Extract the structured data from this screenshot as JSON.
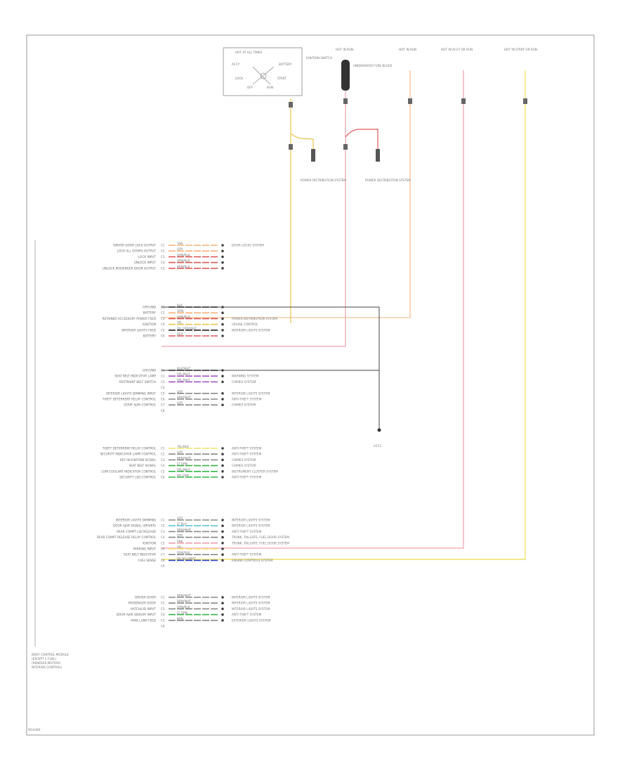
{
  "diagram": {
    "footer_code": "W14390",
    "module_caption": "BODY CONTROL MODULE (EXCEPT C FUEL) (RENESAS MOTORS INTERIOR CONTROL)",
    "wire_colors": {
      "yellow": "#e8c74a",
      "pink": "#f1a0ad",
      "red": "#e05a5a",
      "orange": "#f4b37a",
      "black": "#222222",
      "gray": "#8a8a8a",
      "purple": "#a259c4",
      "green": "#38b34a",
      "blue": "#2a3fc8",
      "cyan": "#5fc7d8",
      "light_yellow": "#f0e46a"
    },
    "top_labels": {
      "ignition_switch": "HOT AT ALL TIMES",
      "ign_detail": "IGNITION SWITCH",
      "fuse_block": "HOT IN RUN",
      "fuse_desc": "UNDERHOOD FUSE BLOCK",
      "hot_in_run": "HOT IN RUN",
      "hot_acc": "HOT IN ACCY OR RUN",
      "hot_start": "HOT IN START OR RUN",
      "power_dist_1": "POWER DISTRIBUTION SYSTEM",
      "power_dist_2": "POWER DISTRIBUTION SYSTEM",
      "ground_label": "G111"
    },
    "connector_groups": [
      {
        "rows": [
          {
            "label": "DRIVER DOOR LOCK OUTPUT",
            "pin": "C1",
            "wire": "TAN",
            "color": "#f4b37a",
            "dest": "DOOR LOCKS SYSTEM"
          },
          {
            "label": "LOCK ALL DOORS OUTPUT",
            "pin": "C2",
            "wire": "GRY",
            "color": "#f4b37a",
            "dest": ""
          },
          {
            "label": "LOCK INPUT",
            "pin": "C3",
            "wire": "ORN/BLK",
            "color": "#e05a5a",
            "dest": ""
          },
          {
            "label": "UNLOCK INPUT",
            "pin": "C4",
            "wire": "ORN/BLK",
            "color": "#e05a5a",
            "dest": ""
          },
          {
            "label": "UNLOCK PASSENGER DOOR OUTPUT",
            "pin": "C5",
            "wire": "BRN/BLK",
            "color": "#e05a5a",
            "dest": ""
          }
        ]
      },
      {
        "rows": [
          {
            "label": "GROUND",
            "pin": "C1",
            "wire": "BLK",
            "color": "#222222",
            "dest": ""
          },
          {
            "label": "BATTERY",
            "pin": "C2",
            "wire": "ORN",
            "color": "#f4b37a",
            "dest": ""
          },
          {
            "label": "RETAINED ACCESSORY POWER FEED",
            "pin": "C3",
            "wire": "ORN/BLK",
            "color": "#e05a5a",
            "dest": "POWER DISTRIBUTION SYSTEM"
          },
          {
            "label": "IGNITION",
            "pin": "C4",
            "wire": "YEL",
            "color": "#e8c74a",
            "dest": "CRUISE CONTROL"
          },
          {
            "label": "INTERIOR LIGHTS FEED",
            "pin": "C5",
            "wire": "DK GRN/WHT",
            "color": "#222222",
            "dest": "INTERIOR LIGHTS SYSTEM"
          },
          {
            "label": "BATTERY",
            "pin": "C6",
            "wire": "RED",
            "color": "#e05a5a",
            "dest": ""
          }
        ]
      },
      {
        "rows": [
          {
            "label": "GROUND",
            "pin": "C1",
            "wire": "BLK/WHT",
            "color": "#222222",
            "dest": ""
          },
          {
            "label": "SEAT BELT INDICATOR LAMP",
            "pin": "C2",
            "wire": "PPL/WHT",
            "color": "#a259c4",
            "dest": "WARNING SYSTEM"
          },
          {
            "label": "RESTRAINT BELT SWITCH",
            "pin": "C3",
            "wire": "PPL/WHT",
            "color": "#a259c4",
            "dest": "CHIMES SYSTEM"
          },
          {
            "label": "",
            "pin": "C4",
            "wire": "",
            "color": "#8a8a8a",
            "dest": ""
          },
          {
            "label": "INTERIOR LIGHTS DIMMING INPUT",
            "pin": "C5",
            "wire": "GRY",
            "color": "#8a8a8a",
            "dest": "INTERIOR LIGHTS SYSTEM"
          },
          {
            "label": "THEFT DETERRENT RELAY CONTROL",
            "pin": "C6",
            "wire": "BRN/WHT",
            "color": "#8a8a8a",
            "dest": "ANTI-THEFT SYSTEM"
          },
          {
            "label": "DOOR AJAR CONTROL",
            "pin": "C7",
            "wire": "GRY",
            "color": "#8a8a8a",
            "dest": "CHIMES SYSTEM"
          },
          {
            "label": "",
            "pin": "C8",
            "wire": "",
            "color": "#8a8a8a",
            "dest": ""
          }
        ]
      },
      {
        "rows": [
          {
            "label": "THEFT DETERRENT RELAY CONTROL",
            "pin": "C1",
            "wire": "YEL/BLK",
            "color": "#f0e46a",
            "dest": "ANTI-THEFT SYSTEM"
          },
          {
            "label": "SECURITY INDICATOR LAMP CONTROL",
            "pin": "C2",
            "wire": "GRY",
            "color": "#8a8a8a",
            "dest": "ANTI-THEFT SYSTEM"
          },
          {
            "label": "KEY IN IGNITION SIGNAL",
            "pin": "C3",
            "wire": "BRN/WHT",
            "color": "#8a8a8a",
            "dest": "CHIMES SYSTEM"
          },
          {
            "label": "SEAT BELT SIGNAL",
            "pin": "C4",
            "wire": "LT GRN",
            "color": "#38b34a",
            "dest": "CHIMES SYSTEM"
          },
          {
            "label": "LOW COOLANT INDICATOR CONTROL",
            "pin": "C5",
            "wire": "PPL/WHT",
            "color": "#38b34a",
            "dest": "INSTRUMENT CLUSTER SYSTEM"
          },
          {
            "label": "SECURITY LED CONTROL",
            "pin": "C6",
            "wire": "DK GRN",
            "color": "#38b34a",
            "dest": "ANTI-THEFT SYSTEM"
          }
        ]
      },
      {
        "rows": [
          {
            "label": "INTERIOR LIGHTS DIMMING",
            "pin": "C1",
            "wire": "GRY",
            "color": "#8a8a8a",
            "dest": "INTERIOR LIGHTS SYSTEM"
          },
          {
            "label": "DOOR AJAR SIGNAL (DRIVER)",
            "pin": "C2",
            "wire": "LT BLU",
            "color": "#5fc7d8",
            "dest": "INTERIOR LIGHTS SYSTEM"
          },
          {
            "label": "REAR COMPT LID RELEASE",
            "pin": "C3",
            "wire": "BRN/WHT",
            "color": "#8a8a8a",
            "dest": "ANTI-THEFT SYSTEM"
          },
          {
            "label": "REAR COMPT RELEASE RELAY CONTROL",
            "pin": "C4",
            "wire": "GRY",
            "color": "#8a8a8a",
            "dest": "TRUNK, TAILGATE, FUEL DOOR SYSTEM"
          },
          {
            "label": "IGNITION",
            "pin": "C5",
            "wire": "PNK",
            "color": "#f1a0ad",
            "dest": "TRUNK, TAILGATE, FUEL DOOR SYSTEM"
          },
          {
            "label": "PARKING INPUT",
            "pin": "C6",
            "wire": "YEL",
            "color": "#f0e46a",
            "dest": ""
          },
          {
            "label": "SEAT BELT INDICATOR",
            "pin": "C7",
            "wire": "ORN/BLK",
            "color": "#8a8a8a",
            "dest": "ANTI-THEFT SYSTEM"
          },
          {
            "label": "FUEL SENSE",
            "pin": "C8",
            "wire": "DK BLU/WHT",
            "color": "#2a3fc8",
            "dest": "ENGINE CONTROLS SYSTEM"
          },
          {
            "label": "",
            "pin": "C9",
            "wire": "",
            "color": "#8a8a8a",
            "dest": ""
          }
        ]
      },
      {
        "rows": [
          {
            "label": "DRIVER DOOR",
            "pin": "C1",
            "wire": "BRN/WHT",
            "color": "#8a8a8a",
            "dest": "INTERIOR LIGHTS SYSTEM"
          },
          {
            "label": "PASSENGER DOOR",
            "pin": "C2",
            "wire": "BRN/WHT",
            "color": "#8a8a8a",
            "dest": "INTERIOR LIGHTS SYSTEM"
          },
          {
            "label": "HATCH/LID INPUT",
            "pin": "C3",
            "wire": "ORN/BLK",
            "color": "#8a8a8a",
            "dest": "INTERIOR LIGHTS SYSTEM"
          },
          {
            "label": "DOOR AJAR SENSOR INPUT",
            "pin": "C4",
            "wire": "LT GRN",
            "color": "#38b34a",
            "dest": "ANTI-THEFT SYSTEM"
          },
          {
            "label": "PARK LAMP FEED",
            "pin": "C5",
            "wire": "BRN",
            "color": "#8a8a8a",
            "dest": "EXTERIOR LIGHTS SYSTEM"
          },
          {
            "label": "",
            "pin": "C6",
            "wire": "",
            "color": "#8a8a8a",
            "dest": ""
          }
        ]
      }
    ]
  }
}
